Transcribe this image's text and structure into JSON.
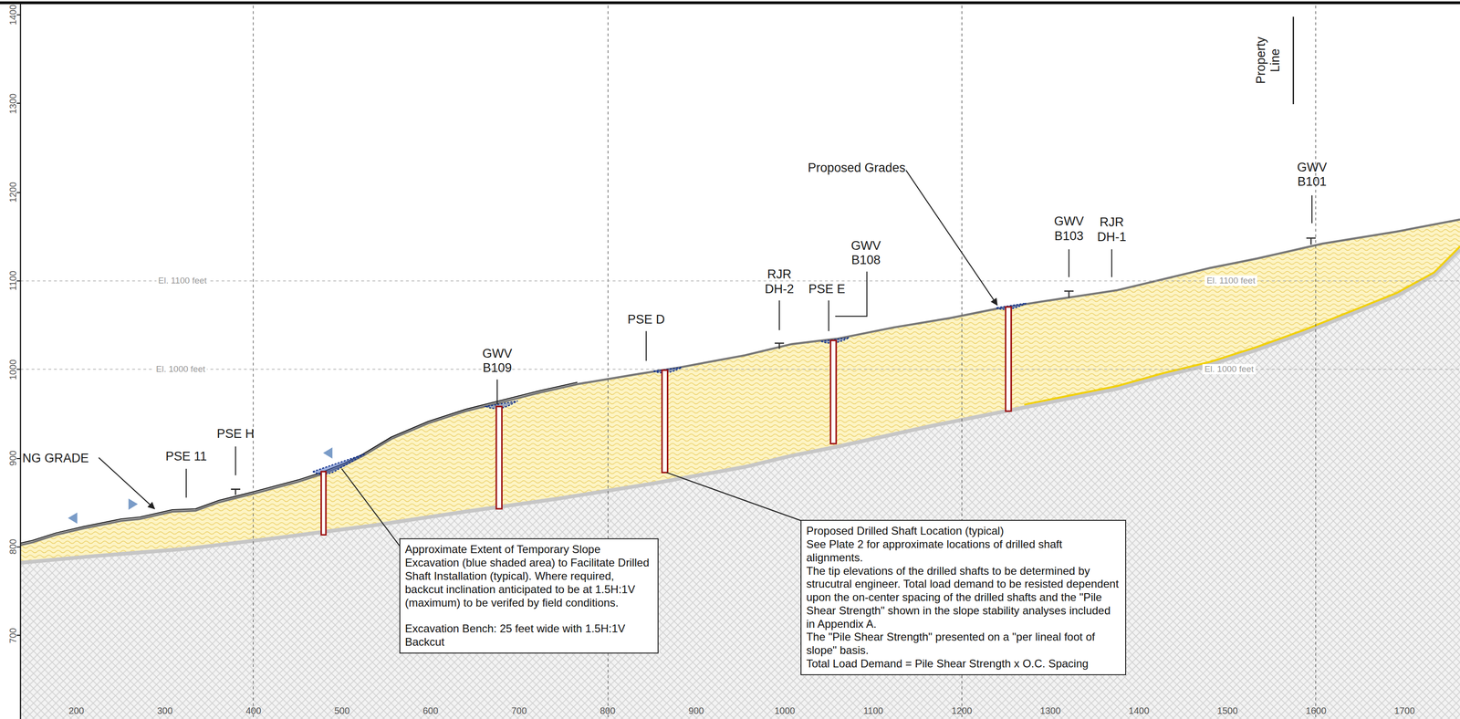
{
  "diagram": {
    "nodes": [
      {
        "text": [
          "Approximate Extent of Temporary Slope Excavation (blue shaded area) to Facilitate Drilled Shaft Installation (typical). Where required, backcut inclination anticipated to be at 1.5H:1V (maximum) to be verifed by field conditions.",
          "Excavation Bench: 25 feet wide with 1.5H:1V Backcut"
        ]
      },
      {
        "text": [
          "Proposed Drilled Shaft Location (typical)",
          "See Plate 2 for approximate locations of drilled shaft alignments.",
          "The tip elevations of the drilled shafts to be determined by strucutral engineer. Total load demand to be resisted dependent upon the on-center spacing of the drilled shafts and the \"Pile Shear Strength\" shown in the slope stability analyses included in Appendix A.",
          "The \"Pile Shear Strength\" presented on a \"per lineal foot of slope\" basis.",
          "Total Load Demand = Pile Shear Strength x O.C. Spacing"
        ]
      }
    ],
    "labels": [
      "1400",
      "1300",
      "1200",
      "1100",
      "1000",
      "900",
      "800",
      "700",
      "200",
      "300",
      "400",
      "500",
      "600",
      "700",
      "800",
      "900",
      "1000",
      "1100",
      "1200",
      "1300",
      "1400",
      "1500",
      "1600",
      "1700",
      "NG GRADE",
      "PSE 11",
      "PSE H",
      "GWV B109",
      "PSE D",
      "RJR DH-2",
      "PSE E",
      "GWV B108",
      "Proposed Grades",
      "GWV B103",
      "RJR DH-1",
      "GWV B101",
      "Property Line",
      "El. 1100 feet",
      "El. 1100 feet",
      "El. 1000 feet",
      "El. 1000 feet"
    ]
  }
}
